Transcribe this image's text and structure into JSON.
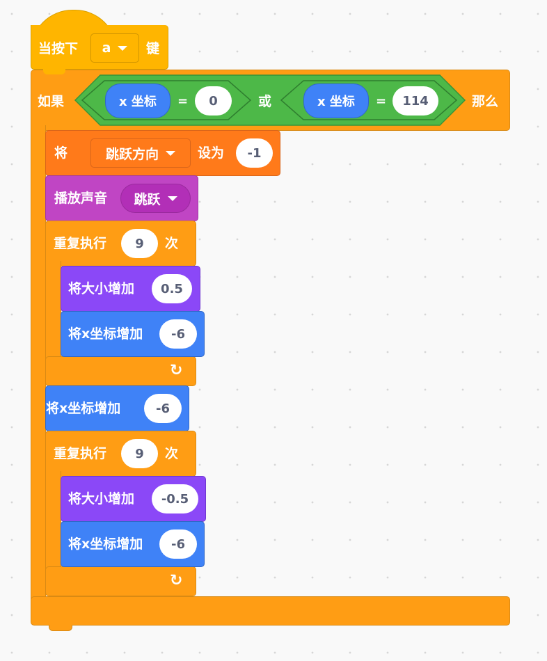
{
  "hat": {
    "label_before": "当按下",
    "key": "a",
    "label_after": "键"
  },
  "if_block": {
    "label_if": "如果",
    "label_then": "那么",
    "condition": {
      "left": {
        "reporter": "x 坐标",
        "op": "=",
        "value": "0"
      },
      "joiner": "或",
      "right": {
        "reporter": "x 坐标",
        "op": "=",
        "value": "114"
      }
    }
  },
  "set_var": {
    "label": "将",
    "variable": "跳跃方向",
    "label_to": "设为",
    "value": "-1"
  },
  "play_sound": {
    "label": "播放声音",
    "sound": "跳跃"
  },
  "repeat1": {
    "label": "重复执行",
    "times": "9",
    "label_after": "次",
    "body": [
      {
        "label": "将大小增加",
        "value": "0.5"
      },
      {
        "label": "将x坐标增加",
        "value": "-6"
      }
    ]
  },
  "change_x": {
    "label": "将x坐标增加",
    "value": "-6"
  },
  "repeat2": {
    "label": "重复执行",
    "times": "9",
    "label_after": "次",
    "body": [
      {
        "label": "将大小增加",
        "value": "-0.5"
      },
      {
        "label": "将x坐标增加",
        "value": "-6"
      }
    ]
  },
  "icons": {
    "loop": "↻"
  }
}
